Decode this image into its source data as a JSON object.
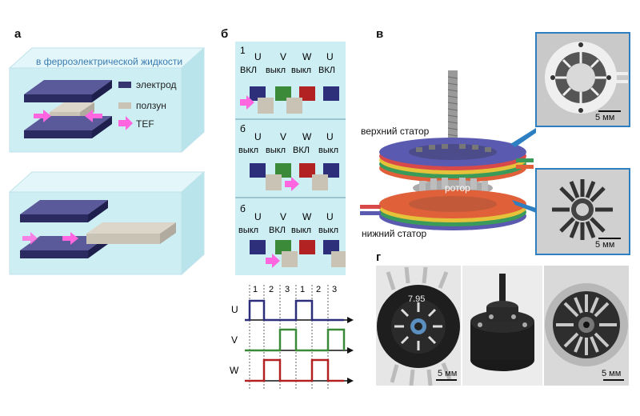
{
  "panel_a": {
    "letter": "а",
    "box_title": "в ферроэлектрической жидкости",
    "legend": {
      "electrode": "электрод",
      "slider": "ползун",
      "tef": "TEF"
    }
  },
  "panel_b": {
    "letter": "б",
    "rows": [
      {
        "num": "1",
        "phases": [
          "U",
          "V",
          "W",
          "U"
        ],
        "states": [
          "ВКЛ",
          "выкл",
          "выкл",
          "ВКЛ"
        ]
      },
      {
        "num": "б",
        "phases": [
          "U",
          "V",
          "W",
          "U"
        ],
        "states": [
          "выкл",
          "выкл",
          "ВКЛ",
          "выкл"
        ]
      },
      {
        "num": "б",
        "phases": [
          "U",
          "V",
          "W",
          "U"
        ],
        "states": [
          "выкл",
          "ВКЛ",
          "выкл",
          "выкл"
        ]
      }
    ],
    "waveform": {
      "step_labels": [
        "1",
        "2",
        "3",
        "1",
        "2",
        "3"
      ],
      "channels": [
        {
          "name": "U",
          "color": "#2e2f7a"
        },
        {
          "name": "V",
          "color": "#3a8a3a"
        },
        {
          "name": "W",
          "color": "#b22222"
        }
      ]
    }
  },
  "panel_v": {
    "letter": "в",
    "upper_stator": "верхний статор",
    "rotor": "ротор",
    "lower_stator": "нижний статор",
    "scale_top": "5 мм",
    "scale_bottom": "5 мм"
  },
  "panel_g": {
    "letter": "г",
    "photo1_text": "7.95",
    "scale_left": "5 мм",
    "scale_right": "5 мм"
  },
  "colors": {
    "electrode": "#34346e",
    "slider": "#c9c3b6",
    "arrow": "#ff66e0",
    "box": "#cdeef3"
  }
}
